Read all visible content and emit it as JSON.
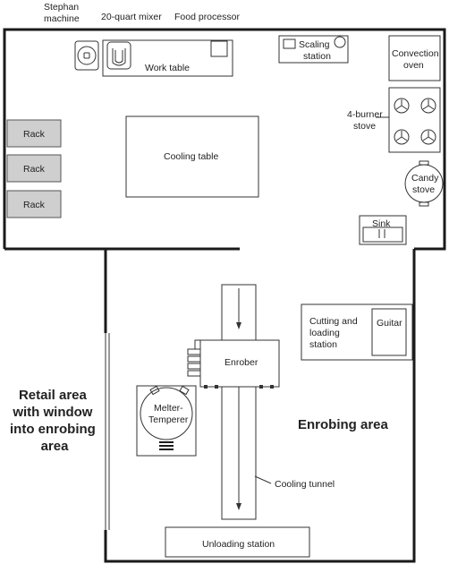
{
  "labels": {
    "stephan_machine": [
      "Stephan",
      "machine"
    ],
    "mixer": "20-quart mixer",
    "food_processor": "Food processor",
    "work_table": "Work table",
    "scaling_station": [
      "Scaling",
      "station"
    ],
    "convection_oven": [
      "Convection",
      "oven"
    ],
    "burner_stove": [
      "4-burner",
      "stove"
    ],
    "candy_stove": [
      "Candy",
      "stove"
    ],
    "sink": "Sink",
    "rack": "Rack",
    "cooling_table": "Cooling table",
    "cutting_station": [
      "Cutting and",
      "loading",
      "station"
    ],
    "guitar": "Guitar",
    "enrober": "Enrober",
    "melter_tempurer": [
      "Melter-",
      "Temperer"
    ],
    "cooling_tunnel": "Cooling tunnel",
    "unloading_station": "Unloading station",
    "enrobing_area": "Enrobing area",
    "retail_area": [
      "Retail area",
      "with window",
      "into enrobing",
      "area"
    ]
  }
}
